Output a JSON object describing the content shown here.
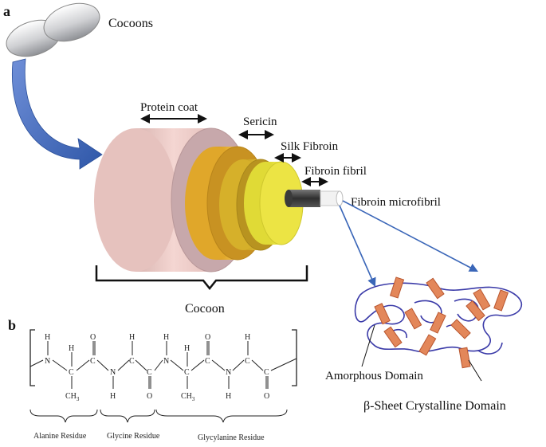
{
  "panel_a": {
    "tag": "a",
    "cocoons_label": "Cocoons",
    "layers": {
      "protein_coat": "Protein coat",
      "sericin": "Sericin",
      "silk_fibroin": "Silk Fibroin",
      "fibroin_fibril": "Fibroin fibril",
      "fibroin_microfibril": "Fibroin microfibril"
    },
    "cocoon_label": "Cocoon",
    "amorphous_label": "Amorphous Domain",
    "crystalline_label": "β-Sheet Crystalline Domain"
  },
  "panel_b": {
    "tag": "b",
    "atoms": {
      "H": "H",
      "N": "N",
      "C": "C",
      "O": "O",
      "CH3": "CH",
      "sub3": "3"
    },
    "residues": {
      "alanine": "Alanine Residue",
      "glycine": "Glycine Residue",
      "glycylanine": "Glycylanine Residue"
    }
  },
  "colors": {
    "arrow_blue": "#3a66b8",
    "protein_coat": "#e9c7c3",
    "sericin": "#e8b23a",
    "silk_fibroin": "#d9b628",
    "fibroin_fibril": "#eae43c",
    "microfibril_dark": "#4a4a4a",
    "microfibril_light": "#f2f2f2",
    "chain": "#3a3aa8",
    "crystal": "#e3875a"
  }
}
